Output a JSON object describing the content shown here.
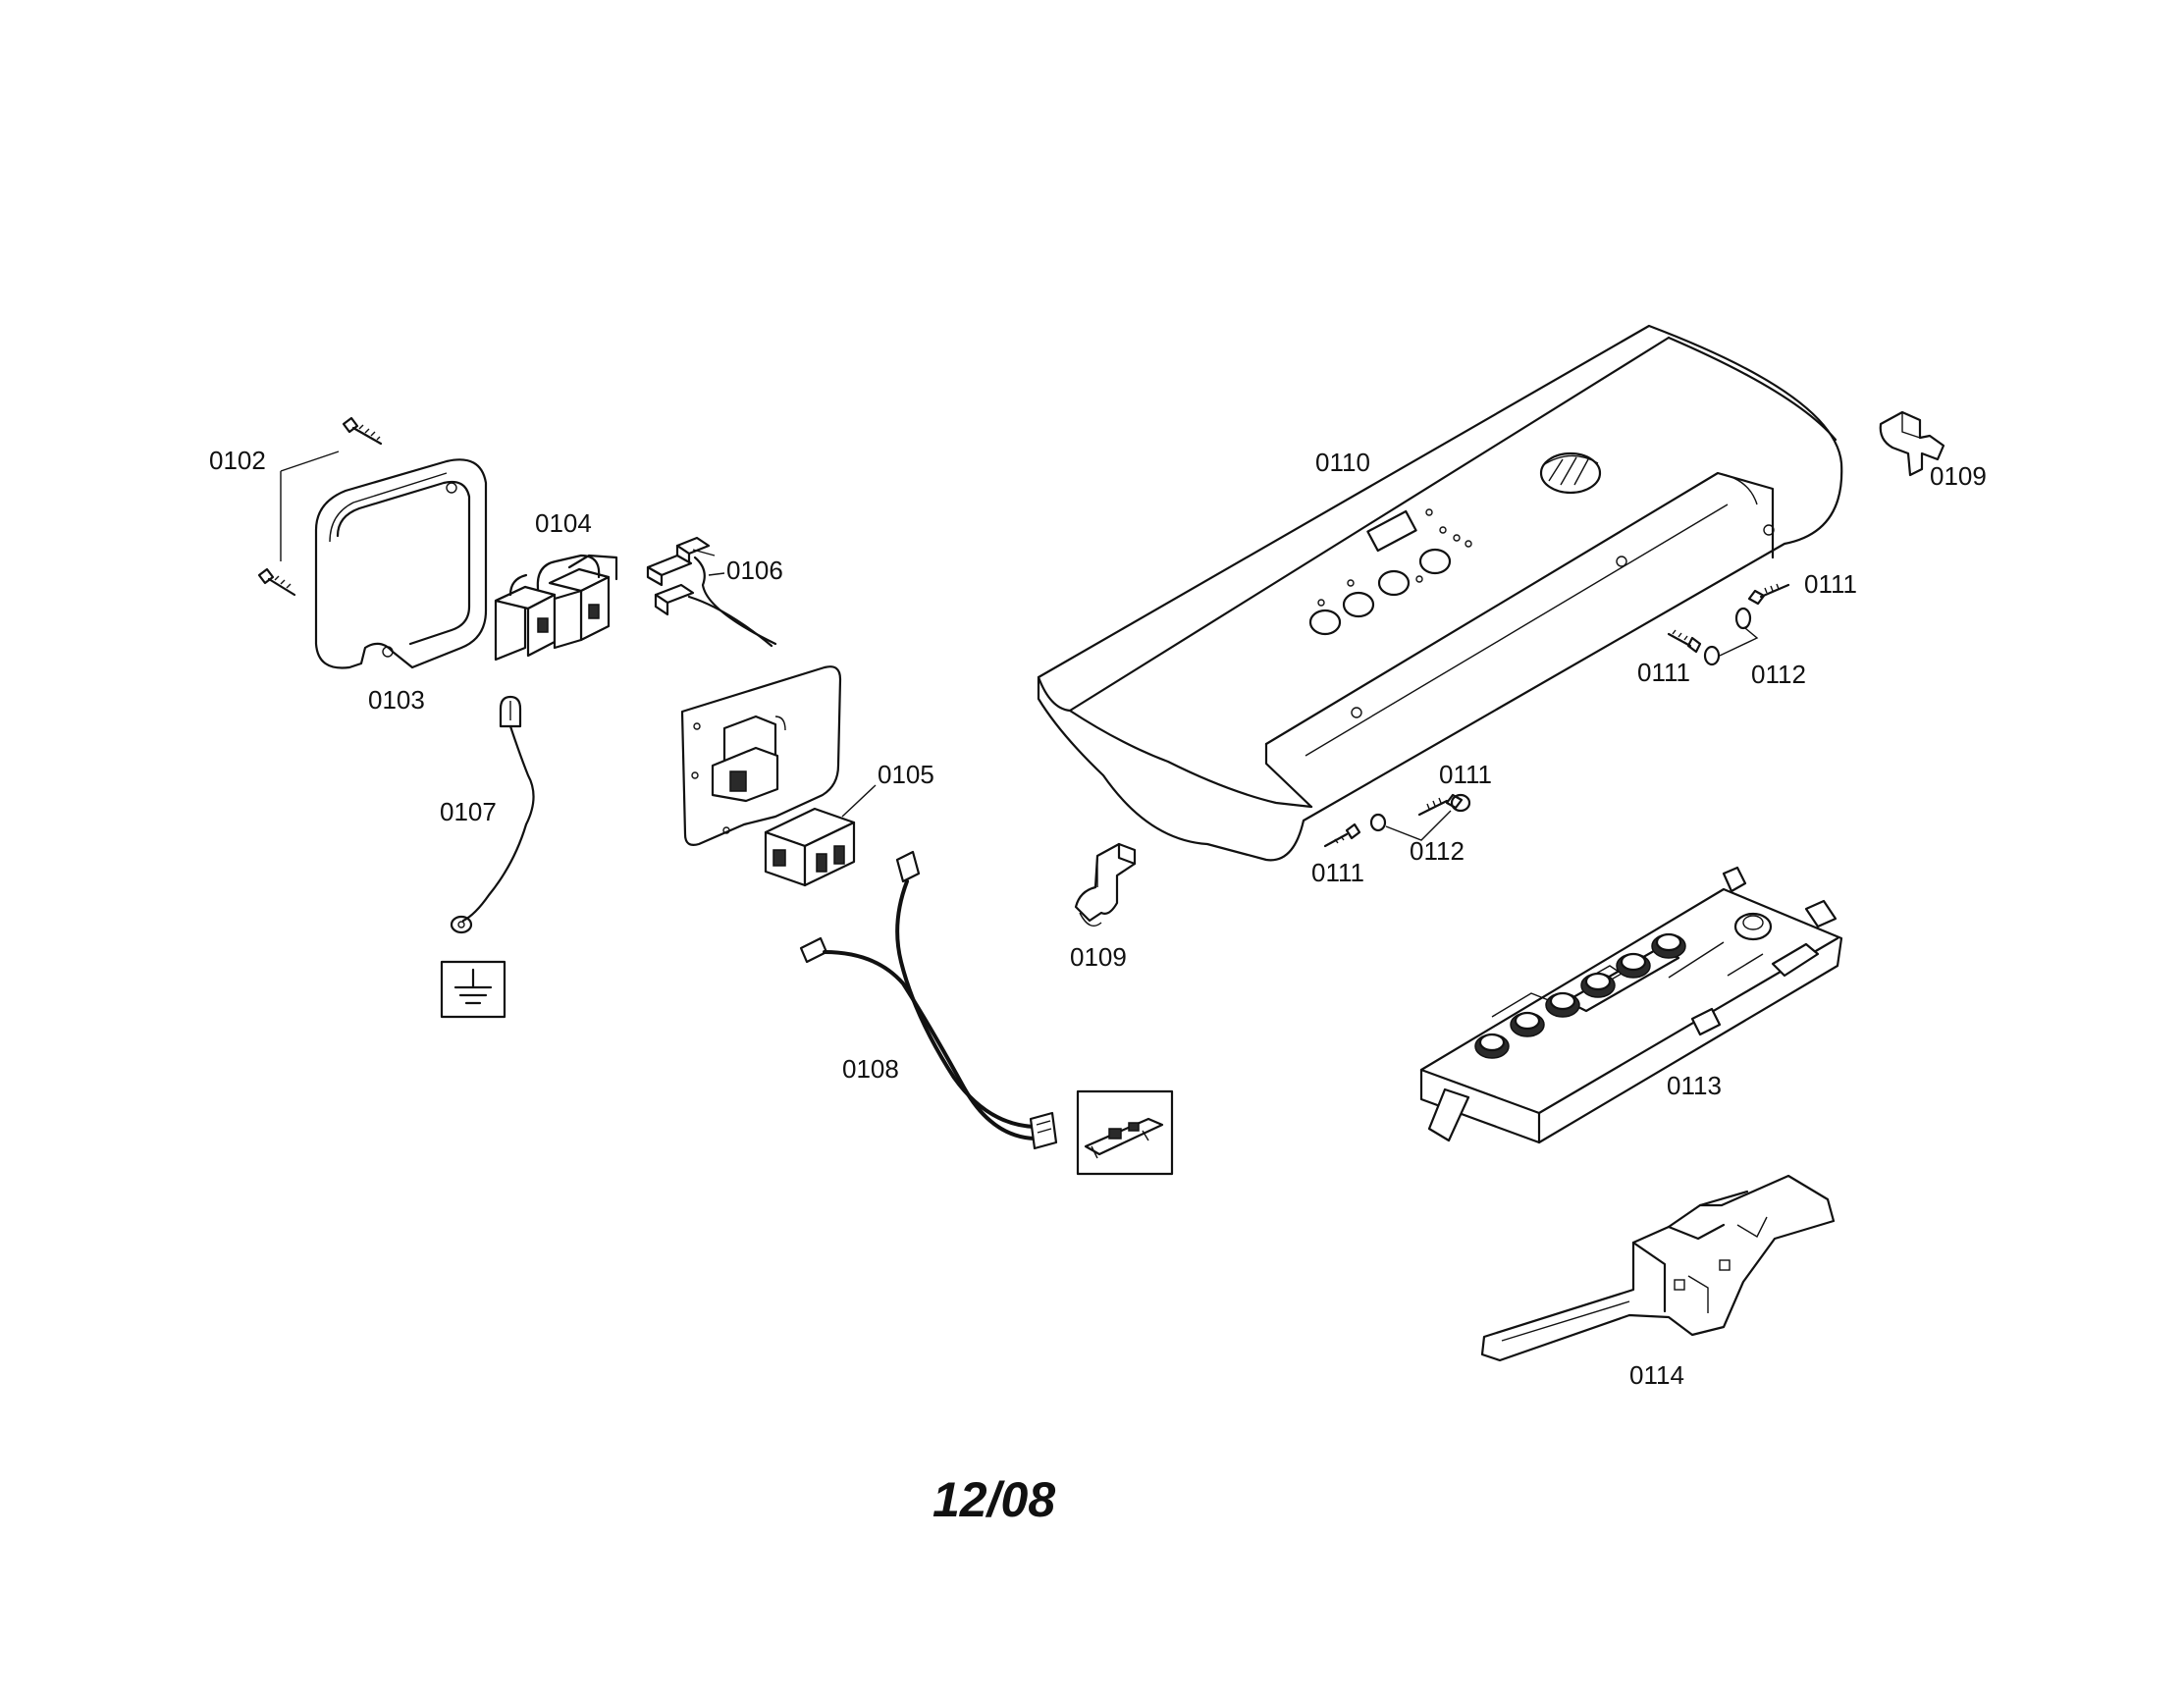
{
  "labels": {
    "p0102": "0102",
    "p0103": "0103",
    "p0104": "0104",
    "p0105": "0105",
    "p0106": "0106",
    "p0107": "0107",
    "p0108": "0108",
    "p0109_left": "0109",
    "p0109_right": "0109",
    "p0110": "0110",
    "p0111_a": "0111",
    "p0111_b": "0111",
    "p0111_c": "0111",
    "p0111_d": "0111",
    "p0112_a": "0112",
    "p0112_b": "0112",
    "p0113": "0113",
    "p0114": "0114"
  },
  "footer": "12/08",
  "icons": [
    "ground-symbol-icon",
    "screw-icon",
    "washer-icon",
    "bracket-clip-icon",
    "control-knob-icon"
  ]
}
